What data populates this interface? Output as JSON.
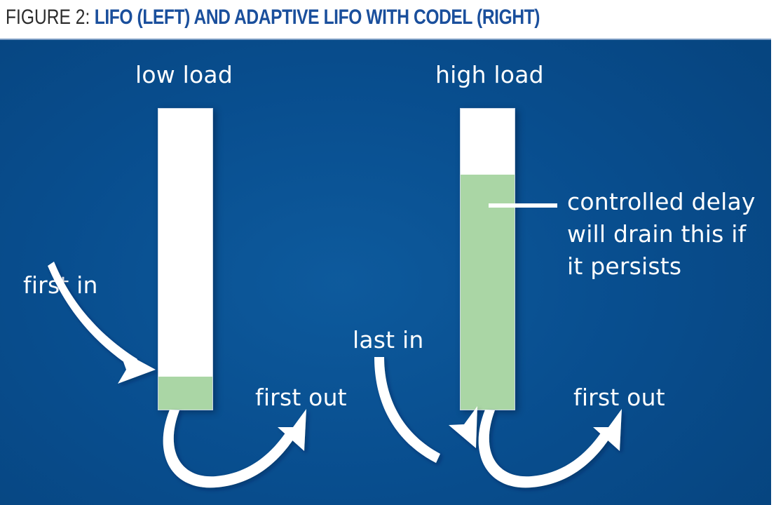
{
  "figure": {
    "caption_prefix": "FIGURE 2:",
    "caption_main": "LIFO (LEFT) AND ADAPTIVE LIFO WITH CODEL (RIGHT)",
    "caption_prefix_color": "#2c2c2c",
    "caption_main_color": "#1a4f9c"
  },
  "panel": {
    "background_color": "#084e8f",
    "queue_empty_color": "#ffffff",
    "queue_filled_color": "#aad6a5",
    "annotation_color": "#ffffff"
  },
  "diagrams": {
    "left": {
      "title": "low load",
      "queue": {
        "fill_percent": 11,
        "empty_percent": 89
      },
      "annotations": {
        "inbound": "first in",
        "outbound": "first out"
      }
    },
    "right": {
      "title": "high load",
      "queue": {
        "fill_percent": 78,
        "empty_percent": 22
      },
      "annotations": {
        "inbound": "last in",
        "outbound": "first out",
        "callout": "controlled delay will drain this if it persists",
        "callout_lines": [
          "controlled delay",
          "will drain this if",
          "it persists"
        ]
      }
    }
  }
}
